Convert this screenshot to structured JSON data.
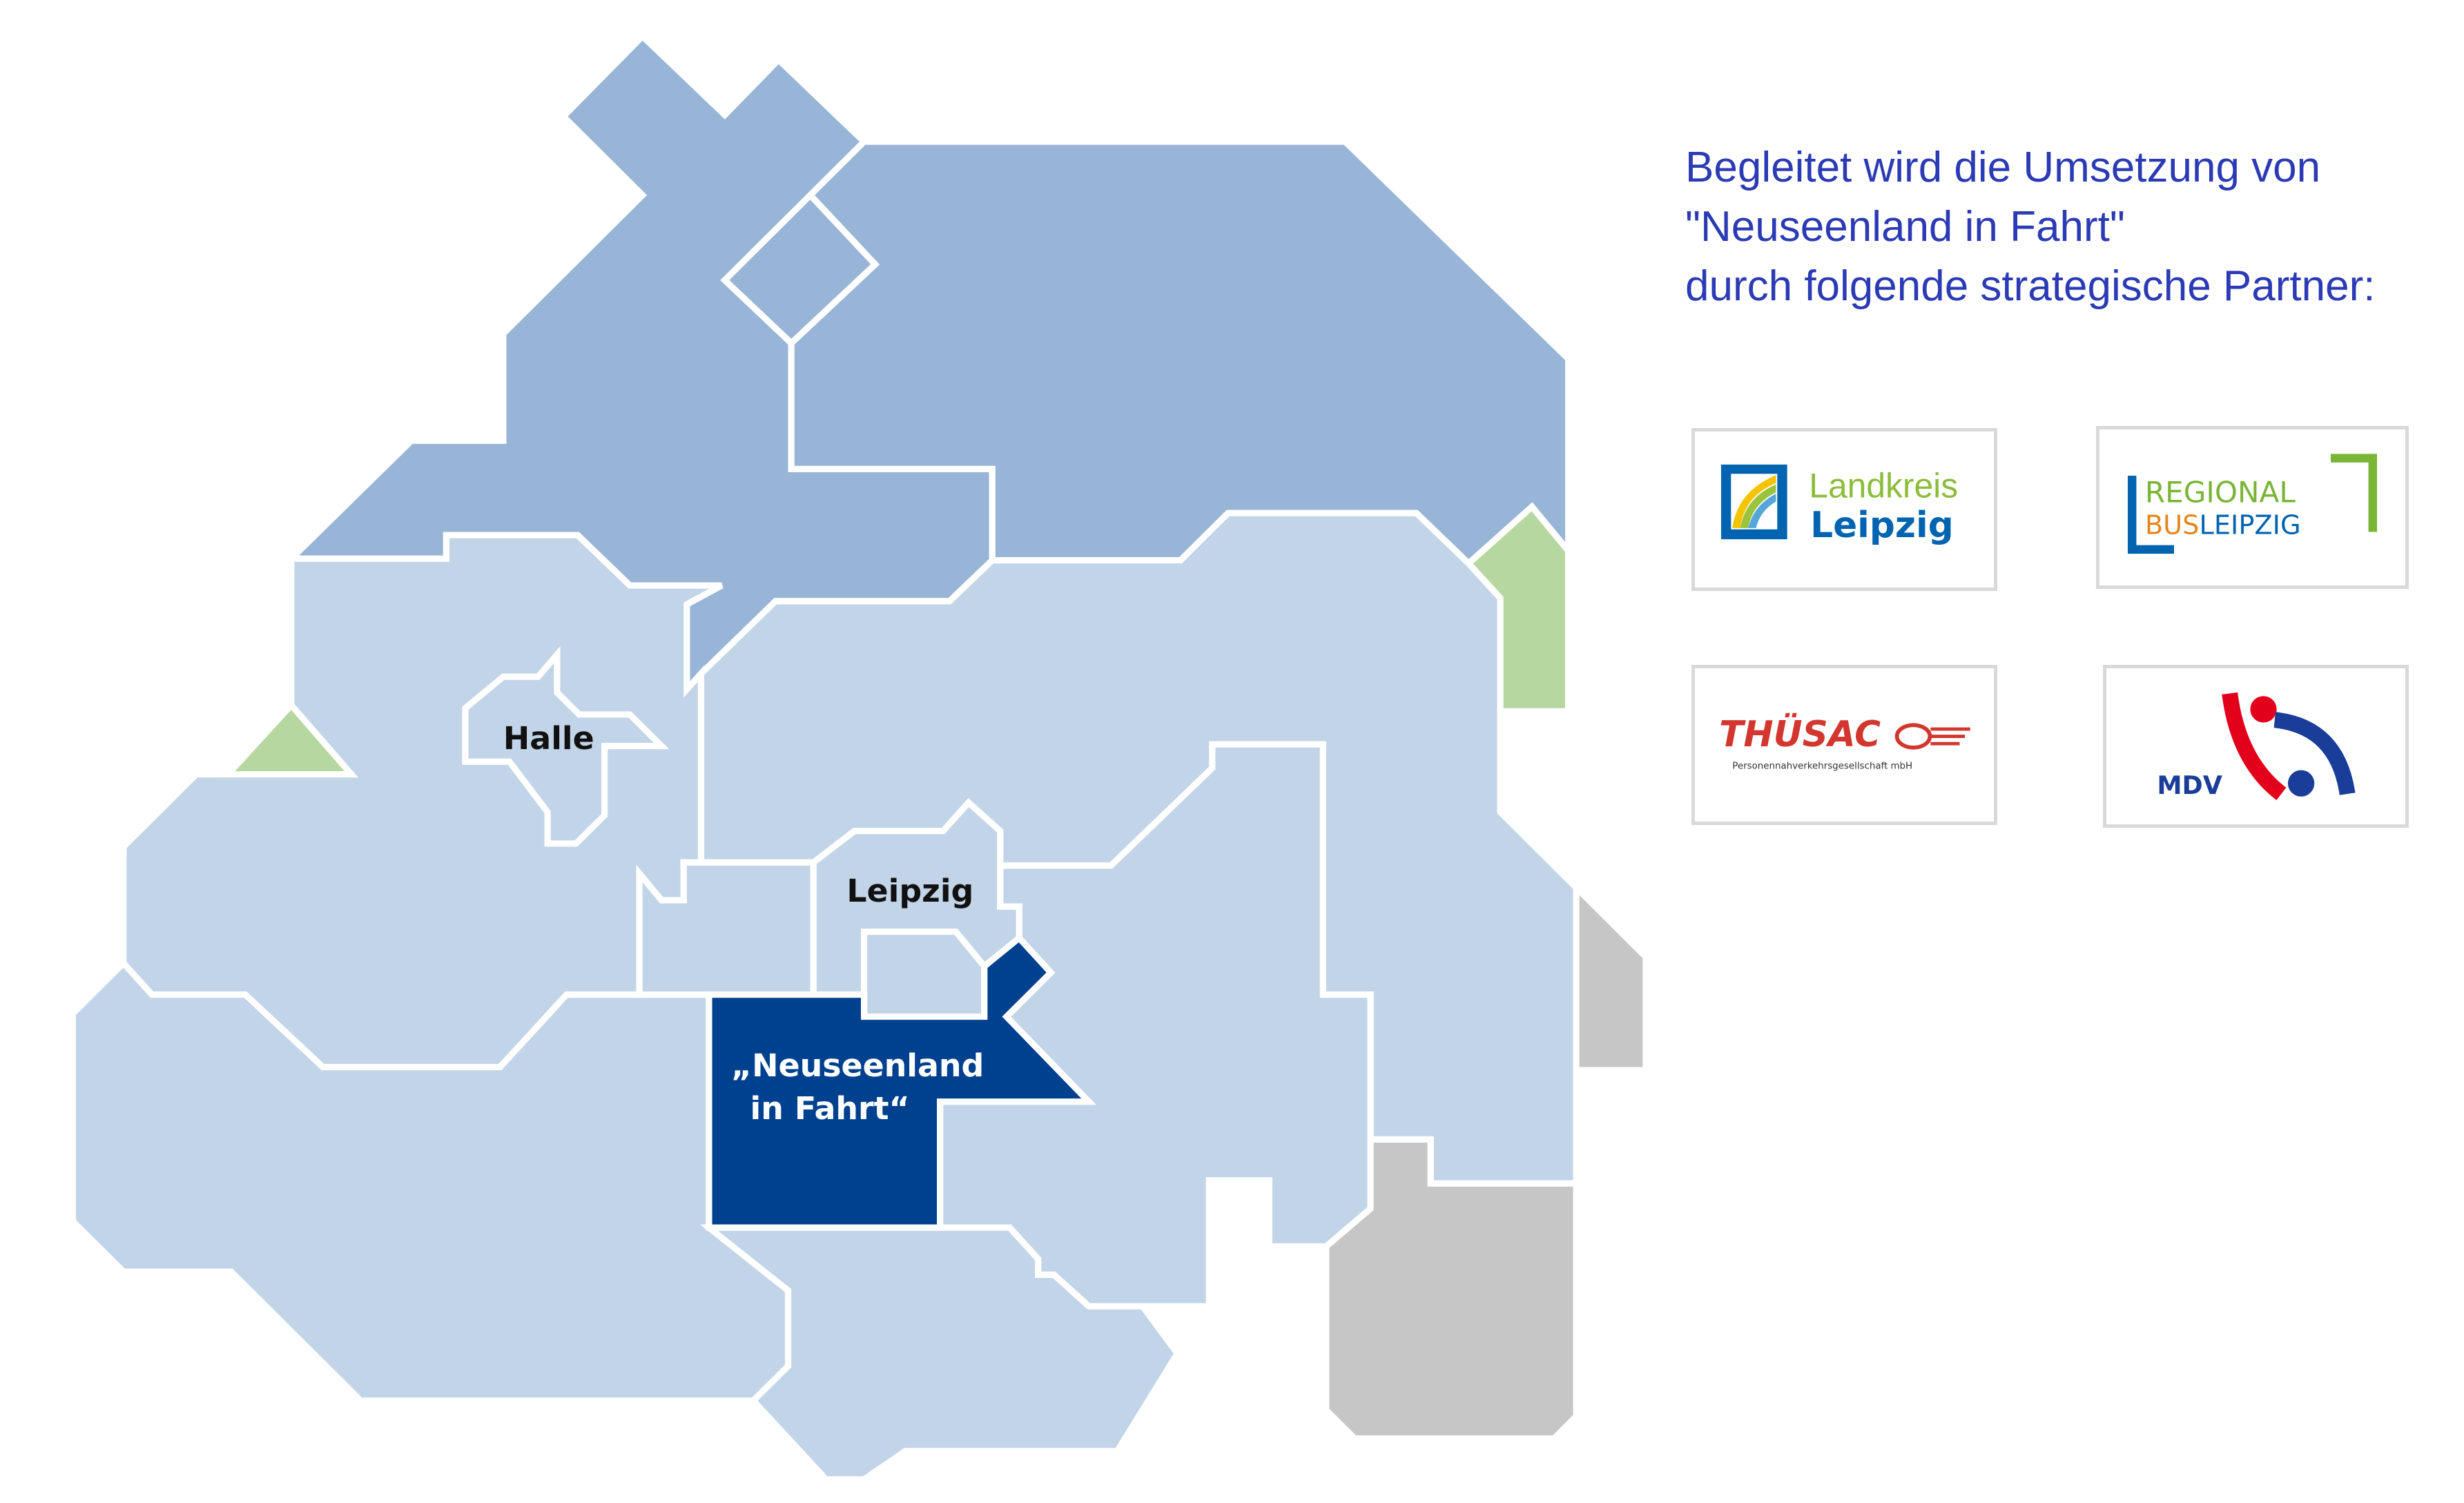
{
  "colors": {
    "region_dark_blue": "#98b5d7",
    "region_light_blue": "#c2d4e8",
    "region_highlight": "#00418f",
    "region_green": "#b7d7a0",
    "region_gray": "#c6c6c6",
    "text_blue": "#2b3ab5"
  },
  "map": {
    "labels": {
      "halle": "Halle",
      "leipzig": "Leipzig",
      "project_line1": "„Neuseenland",
      "project_line2": "in Fahrt“"
    }
  },
  "intro": {
    "line1": "Begleitet wird die Umsetzung von",
    "line2": "\"Neuseenland in Fahrt\"",
    "line3": "durch folgende strategische Partner:"
  },
  "partners": {
    "landkreis": {
      "word1": "Landkreis",
      "word2": "Leipzig"
    },
    "regionalbus": {
      "word1": "REGIONAL",
      "word2a": "BUS",
      "word2b": "LEIPZIG"
    },
    "thuesac": {
      "name": "THÜSAC",
      "subtitle": "Personennahverkehrsgesellschaft mbH"
    },
    "mdv": {
      "name": "MDV"
    }
  }
}
